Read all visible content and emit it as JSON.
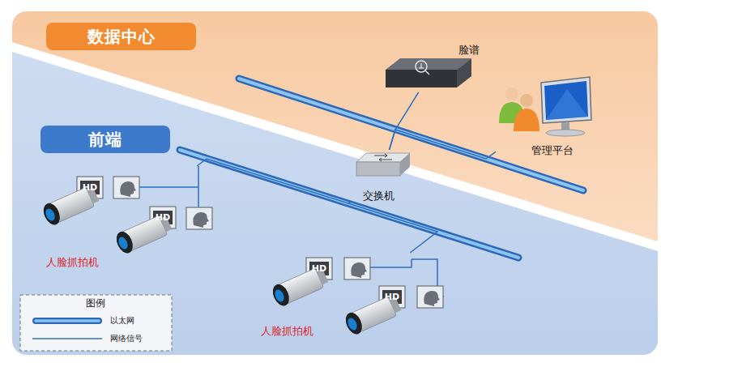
{
  "diagram": {
    "nodes": [
      {
        "text": [
          "数据中心"
        ]
      },
      {
        "text": [
          "前端"
        ]
      },
      {
        "text": [
          "脸谱"
        ]
      },
      {
        "text": [
          "管理平台"
        ]
      },
      {
        "text": [
          "交换机"
        ]
      },
      {
        "text": [
          "人脸抓拍机"
        ]
      },
      {
        "text": [
          "人脸抓拍机"
        ]
      }
    ],
    "edges": [
      {
        "from": 4,
        "to": 2,
        "arrow": "none"
      },
      {
        "from": 4,
        "to": 3,
        "arrow": "none"
      },
      {
        "from": 4,
        "to": 5,
        "arrow": "none"
      },
      {
        "from": 4,
        "to": 6,
        "arrow": "none"
      }
    ],
    "labels": [
      "HD",
      "HD",
      "HD",
      "HD",
      "图例"
    ],
    "legend": [
      {
        "text": "以太网"
      },
      {
        "text": "网络信号"
      }
    ]
  }
}
